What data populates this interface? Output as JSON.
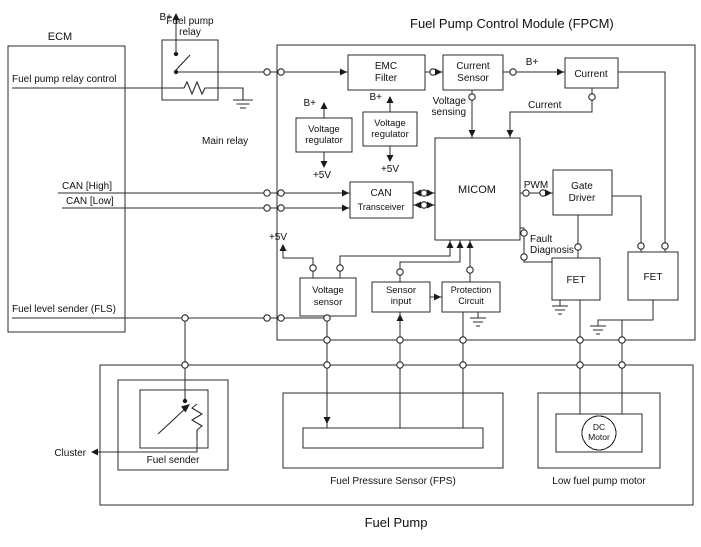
{
  "colors": {
    "line": "#2b2b2b",
    "text": "#111111",
    "background": "#ffffff"
  },
  "title": "Fuel Pump Control Module (FPCM)",
  "ecm": {
    "label": "ECM",
    "relay_control": "Fuel pump relay control",
    "can_high": "CAN [High]",
    "can_low": "CAN [Low]",
    "fls": "Fuel level sender (FLS)"
  },
  "relay": {
    "supply": "B+",
    "l1": "Fuel pump",
    "l2": "relay",
    "ground": "Main relay"
  },
  "fpcm": {
    "emc": {
      "l1": "EMC",
      "l2": "Filter"
    },
    "current_sensor": {
      "l1": "Current",
      "l2": "Sensor"
    },
    "b_plus": "B+",
    "current_box": "Current",
    "vreg": {
      "l1": "Voltage",
      "l2": "regulator",
      "input": "B+",
      "output": "+5V"
    },
    "voltage_sensing": {
      "l1": "Voltage",
      "l2": "sensing"
    },
    "current_signal": "Current",
    "can_transceiver": {
      "l1": "CAN",
      "l2": "Transceiver"
    },
    "micom": "MICOM",
    "pwm": "PWM",
    "gate_driver": {
      "l1": "Gate",
      "l2": "Driver"
    },
    "fault": {
      "l1": "Fault",
      "l2": "Diagnosis"
    },
    "fet": "FET",
    "v5": "+5V",
    "voltage_sensor": {
      "l1": "Voltage",
      "l2": "sensor"
    },
    "sensor_input": {
      "l1": "Sensor",
      "l2": "input"
    },
    "protection": {
      "l1": "Protection",
      "l2": "Circuit"
    }
  },
  "fuel_pump": {
    "label": "Fuel Pump",
    "cluster": "Cluster",
    "fuel_sender": "Fuel sender",
    "fps": "Fuel Pressure Sensor (FPS)",
    "motor": {
      "l1": "DC",
      "l2": "Motor"
    },
    "motor_label": "Low fuel pump motor"
  }
}
